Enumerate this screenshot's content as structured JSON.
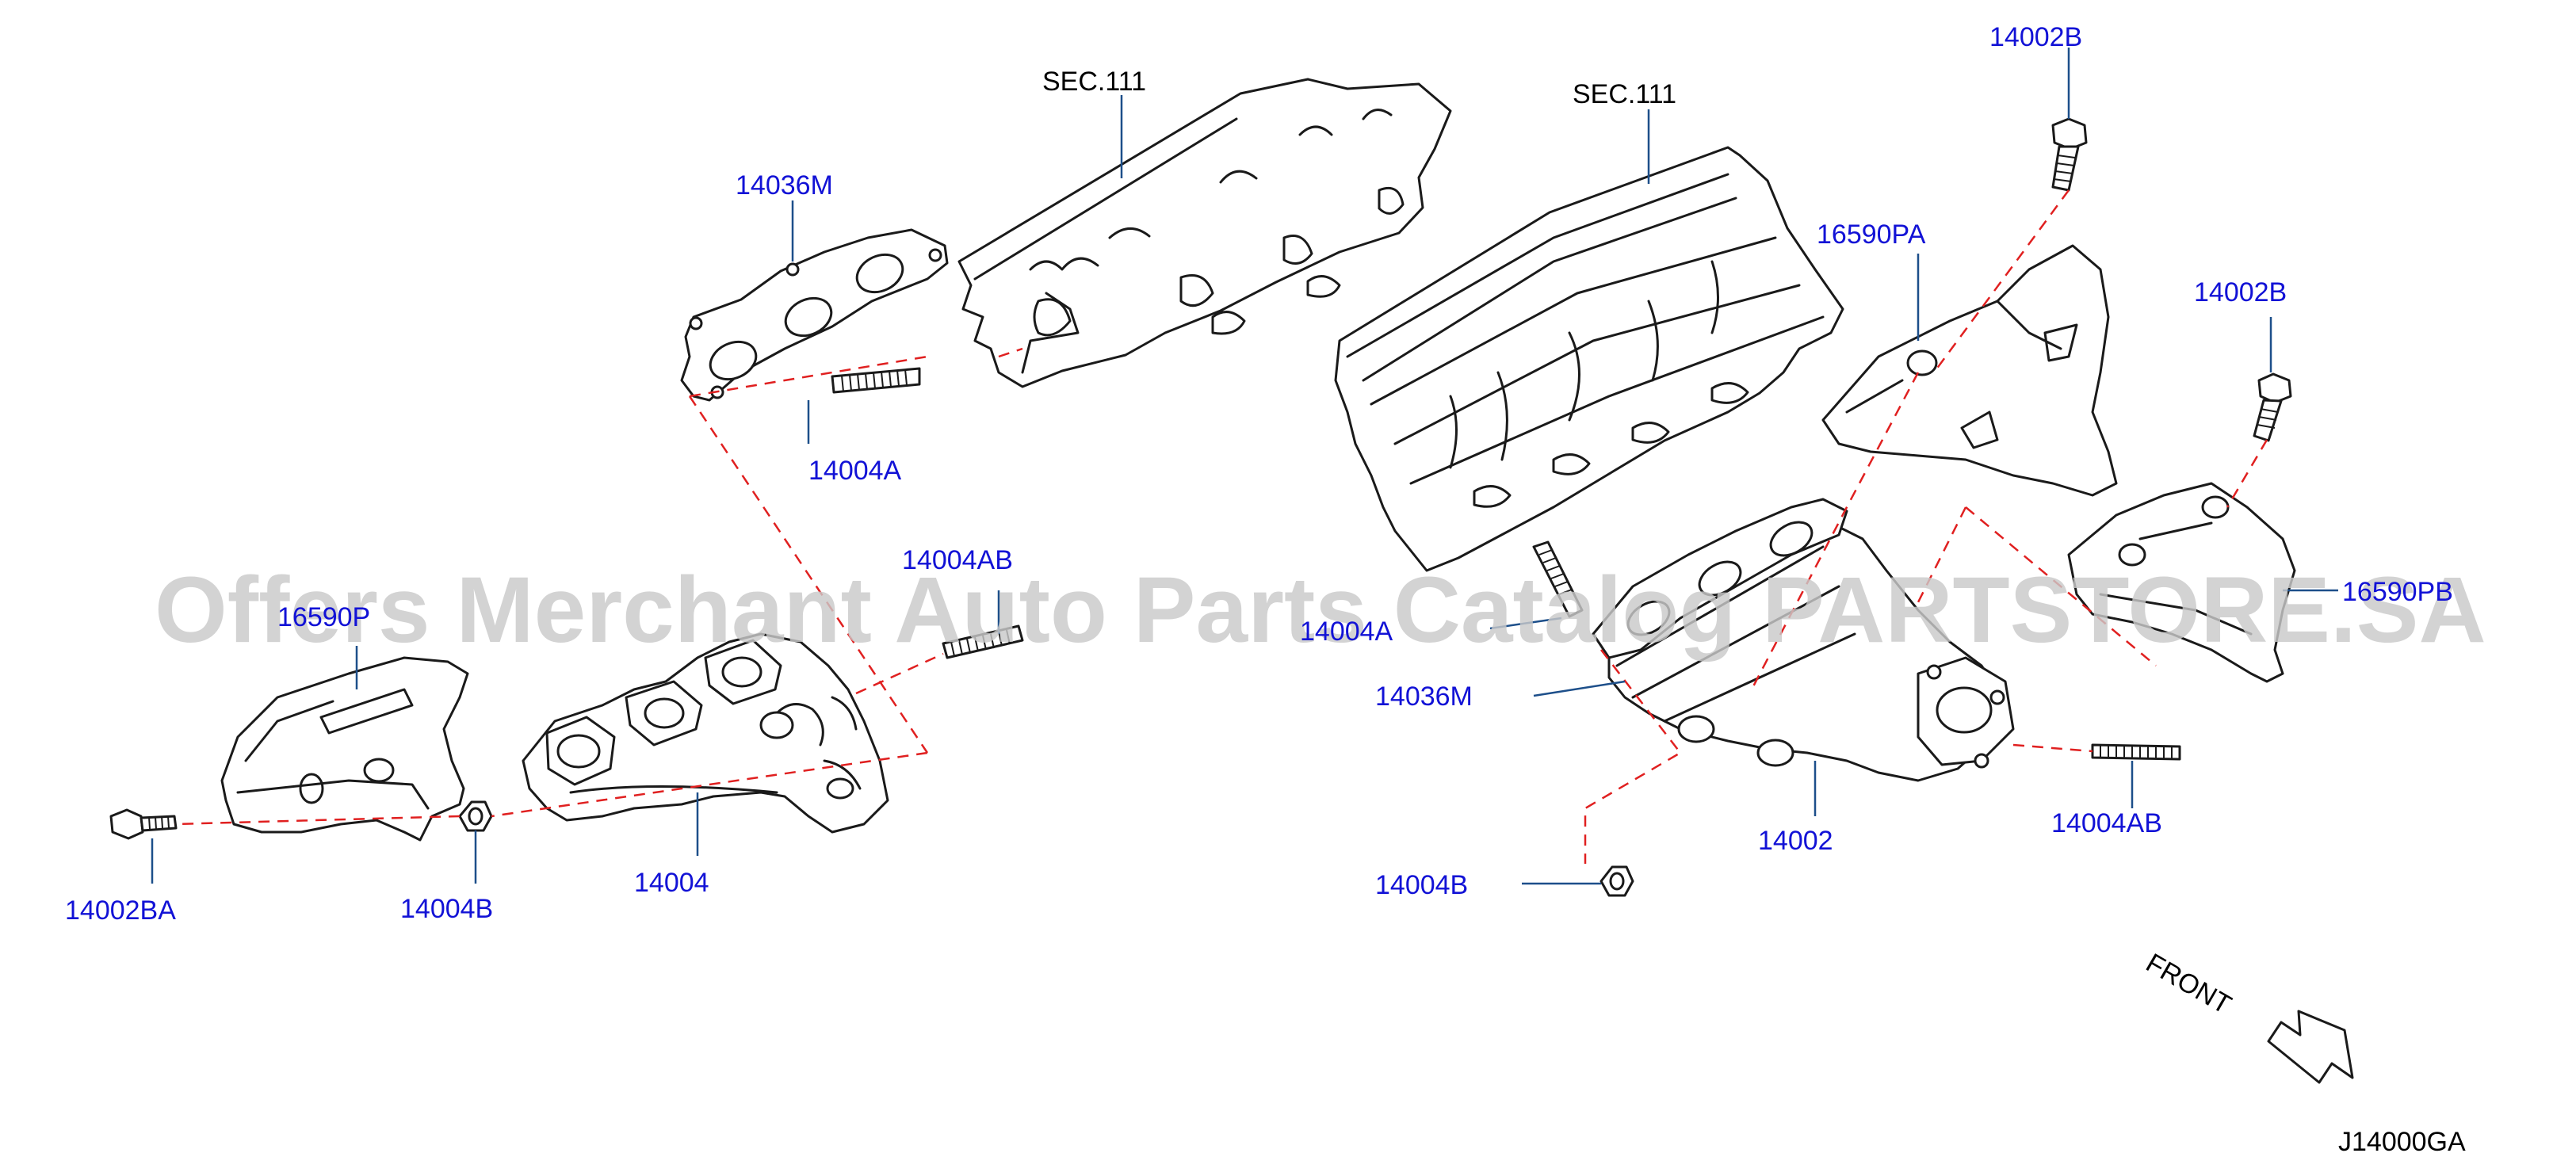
{
  "diagram": {
    "sec_labels": [
      "SEC.111",
      "SEC.111"
    ],
    "parts": {
      "p_14036M_left": "14036M",
      "p_14004A_left": "14004A",
      "p_14004AB_left": "14004AB",
      "p_16590P": "16590P",
      "p_14002BA": "14002BA",
      "p_14004B_left": "14004B",
      "p_14004": "14004",
      "p_14002B_top": "14002B",
      "p_16590PA": "16590PA",
      "p_14002B_right": "14002B",
      "p_16590PB": "16590PB",
      "p_14004A_right": "14004A",
      "p_14036M_right": "14036M",
      "p_14002": "14002",
      "p_14004AB_right": "14004AB",
      "p_14004B_right": "14004B"
    },
    "front_label": "FRONT",
    "diagram_code": "J14000GA",
    "watermark": "Offers Merchant Auto Parts Catalog PARTSTORE.SA"
  },
  "colors": {
    "part_label": "#1212d6",
    "leader": "#1d4f8a",
    "dash": "#e02020",
    "line": "#1a1a1a",
    "watermark": "#c9c9c9"
  }
}
